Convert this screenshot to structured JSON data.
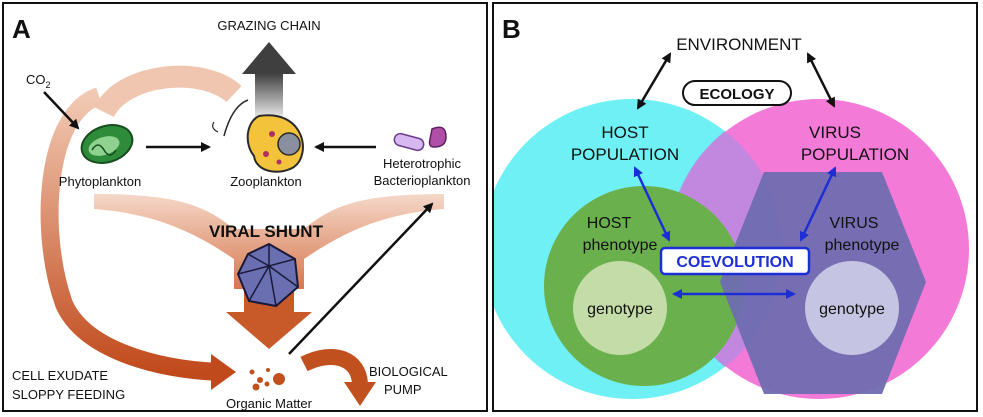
{
  "panel_a": {
    "letter": "A",
    "grazing_chain": "GRAZING CHAIN",
    "co2_main": "CO",
    "co2_sub": "2",
    "phytoplankton": "Phytoplankton",
    "zooplankton": "Zooplankton",
    "hetero_line1": "Heterotrophic",
    "hetero_line2": "Bacterioplankton",
    "viral_shunt": "VIRAL SHUNT",
    "cell_exudate": "CELL EXUDATE",
    "sloppy_feeding": "SLOPPY FEEDING",
    "organic_matter": "Organic Matter",
    "bio_line1": "BIOLOGICAL",
    "bio_line2": "PUMP"
  },
  "panel_b": {
    "letter": "B",
    "environment": "ENVIRONMENT",
    "ecology": "ECOLOGY",
    "host_line1": "HOST",
    "host_line2": "POPULATION",
    "virus_line1": "VIRUS",
    "virus_line2": "POPULATION",
    "host_phen1": "HOST",
    "host_phen2": "phenotype",
    "virus_phen1": "VIRUS",
    "virus_phen2": "phenotype",
    "coevolution": "COEVOLUTION",
    "host_genotype": "genotype",
    "virus_genotype": "genotype"
  },
  "colors": {
    "host_population": "#6ff0f4",
    "virus_population": "#f47ad8",
    "host_phenotype": "#6ab04c",
    "virus_phenotype": "#6f6db0",
    "genotype": "#c4dca8",
    "coevolution_blue": "#1c2fd6",
    "shunt_orange": "#c8552a"
  }
}
